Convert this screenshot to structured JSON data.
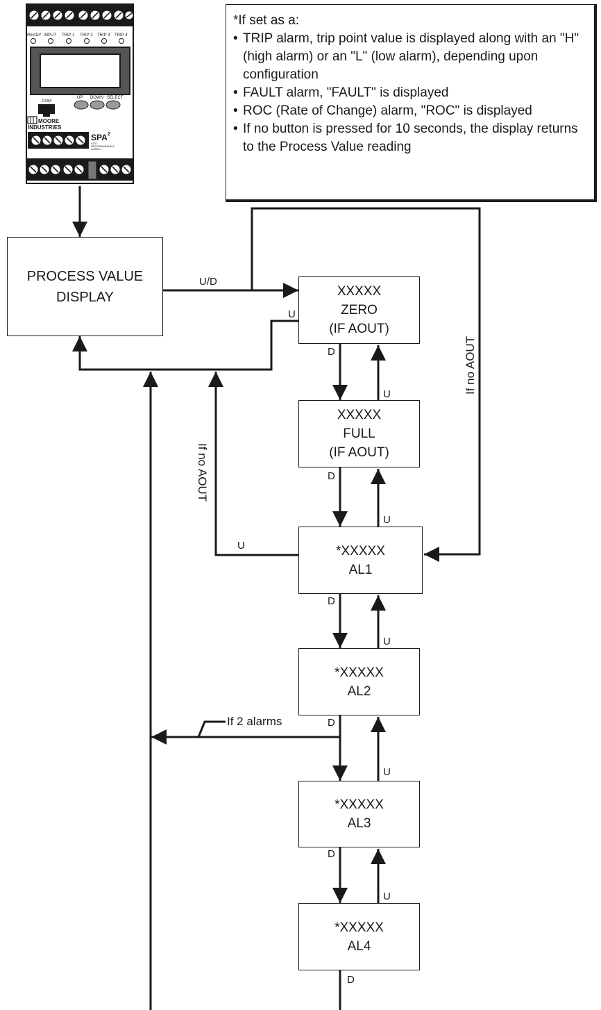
{
  "device": {
    "leds": [
      "READY",
      "INPUT",
      "TRIP 1",
      "TRIP 2",
      "TRIP 3",
      "TRIP 4"
    ],
    "com_label": "COM",
    "buttons": [
      "UP",
      "DOWN",
      "SELECT"
    ],
    "brand_line1": "MOORE",
    "brand_line2": "INDUSTRIES",
    "model": "SPA",
    "model_sup": "2",
    "model_desc_1": "SITE",
    "model_desc_2": "PROGRAMMABLE",
    "model_desc_3": "ALARM"
  },
  "note": {
    "heading": "*If set as a:",
    "items": [
      "TRIP alarm, trip point value is displayed along with an \"H\" (high alarm) or an \"L\" (low alarm), depending upon configuration",
      "FAULT alarm, \"FAULT\" is displayed",
      "ROC (Rate of Change) alarm, \"ROC\" is displayed",
      "If no button is pressed for 10 seconds, the display returns to the Process Value reading"
    ]
  },
  "boxes": {
    "pv": {
      "line1": "PROCESS VALUE",
      "line2": "DISPLAY"
    },
    "zero": {
      "line1": "XXXXX",
      "line2": "ZERO",
      "line3": "(IF AOUT)"
    },
    "full": {
      "line1": "XXXXX",
      "line2": "FULL",
      "line3": "(IF AOUT)"
    },
    "al1": {
      "line1": "*XXXXX",
      "line2": "AL1"
    },
    "al2": {
      "line1": "*XXXXX",
      "line2": "AL2"
    },
    "al3": {
      "line1": "*XXXXX",
      "line2": "AL3"
    },
    "al4": {
      "line1": "*XXXXX",
      "line2": "AL4"
    }
  },
  "labels": {
    "ud": "U/D",
    "u": "U",
    "d": "D",
    "if_no_aout": "If no AOUT",
    "if_2_alarms": "If 2 alarms"
  }
}
